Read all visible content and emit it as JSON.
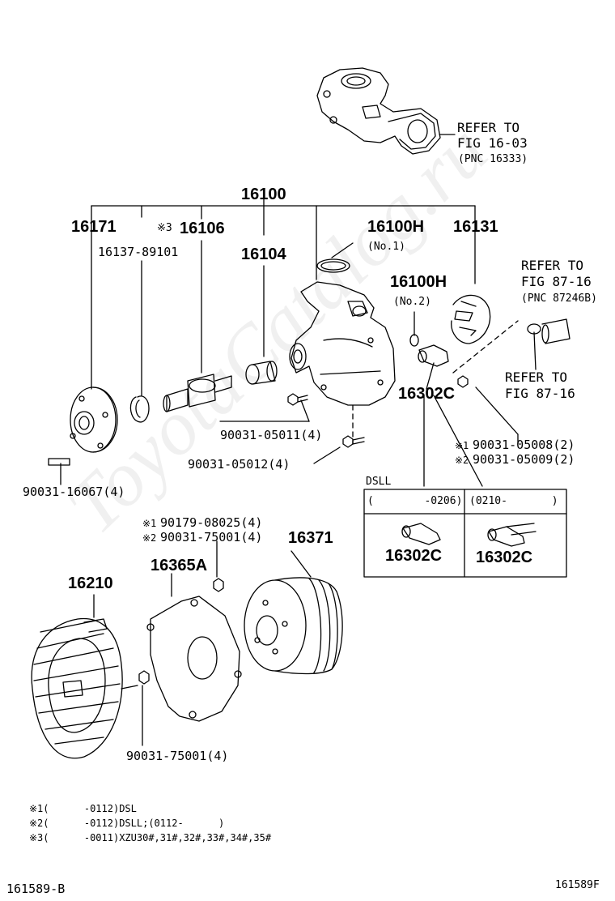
{
  "watermark": "ToyotaCatalog.ru",
  "header_ref": {
    "line1": "REFER TO",
    "line2": "FIG 16-03",
    "line3": "(PNC 16333)"
  },
  "parts": {
    "p16100": "16100",
    "p16171": "16171",
    "p16106_mark": "※3",
    "p16106": "16106",
    "p16137": "16137-89101",
    "p16104": "16104",
    "p16100h_1": "16100H",
    "p16100h_1_sub": "(No.1)",
    "p16131": "16131",
    "p16100h_2": "16100H",
    "p16100h_2_sub": "(No.2)",
    "p16302c": "16302C",
    "p90031_05011": "90031-05011(4)",
    "p90031_05012": "90031-05012(4)",
    "p90031_16067": "90031-16067(4)",
    "p90031_05008": "90031-05008(2)",
    "p90031_05008_mark": "※1",
    "p90031_05009": "90031-05009(2)",
    "p90031_05009_mark": "※2",
    "p90179_08025": "90179-08025(4)",
    "p90179_08025_mark": "※1",
    "p90031_75001a": "90031-75001(4)",
    "p90031_75001a_mark": "※2",
    "p16371": "16371",
    "p16365a": "16365A",
    "p16210": "16210",
    "p90031_75001b": "90031-75001(4)"
  },
  "ref_87246": {
    "line1": "REFER TO",
    "line2": "FIG 87-16",
    "line3": "(PNC 87246B)"
  },
  "ref_87_16": {
    "line1": "REFER TO",
    "line2": "FIG 87-16"
  },
  "variant_box": {
    "title": "DSLL",
    "col1": "(        -0206)",
    "col2": "(0210-       )",
    "part1": "16302C",
    "part2": "16302C"
  },
  "notes": [
    "※1(      -0112)DSL",
    "※2(      -0112)DSLL;(0112-      )",
    "※3(      -0011)XZU30#,31#,32#,33#,34#,35#"
  ],
  "footer": {
    "left": "161589-B",
    "right": "161589F"
  }
}
